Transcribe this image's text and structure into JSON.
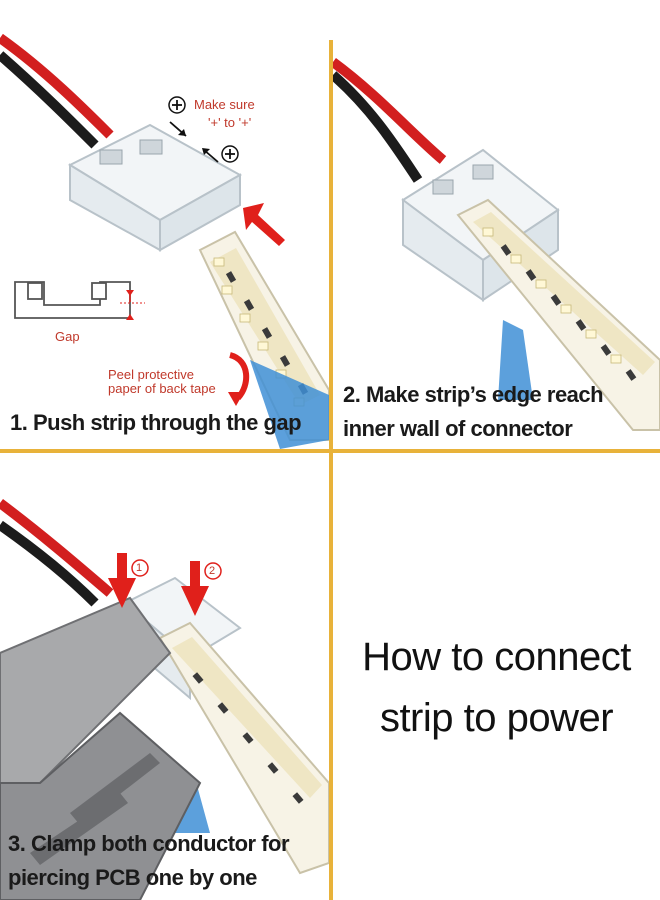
{
  "step1": {
    "make_sure": "Make sure",
    "plus_to_plus": "'+' to '+'",
    "plus_symbol": "+",
    "gap_label": "Gap",
    "peel_line1": "Peel protective",
    "peel_line2": "paper of back tape",
    "caption": "1. Push strip through the gap"
  },
  "step2": {
    "caption_line1": "2. Make strip’s edge reach",
    "caption_line2": "inner wall of connector"
  },
  "step3": {
    "marker1": "1",
    "marker2": "2",
    "caption_line1": "3. Clamp both conductor for",
    "caption_line2": "piercing PCB one by one"
  },
  "title": {
    "line1": "How to connect",
    "line2": "strip to power"
  },
  "colors": {
    "divider": "#e8b23a",
    "arrow_red": "#e0201b",
    "wire_red": "#d21f1f",
    "wire_black": "#1c1c1c",
    "tool_blue": "#3f8fd6"
  },
  "icons": [
    "plus-circle-icon",
    "red-arrow-icon",
    "curved-arrow-icon",
    "circled-number-icon"
  ]
}
